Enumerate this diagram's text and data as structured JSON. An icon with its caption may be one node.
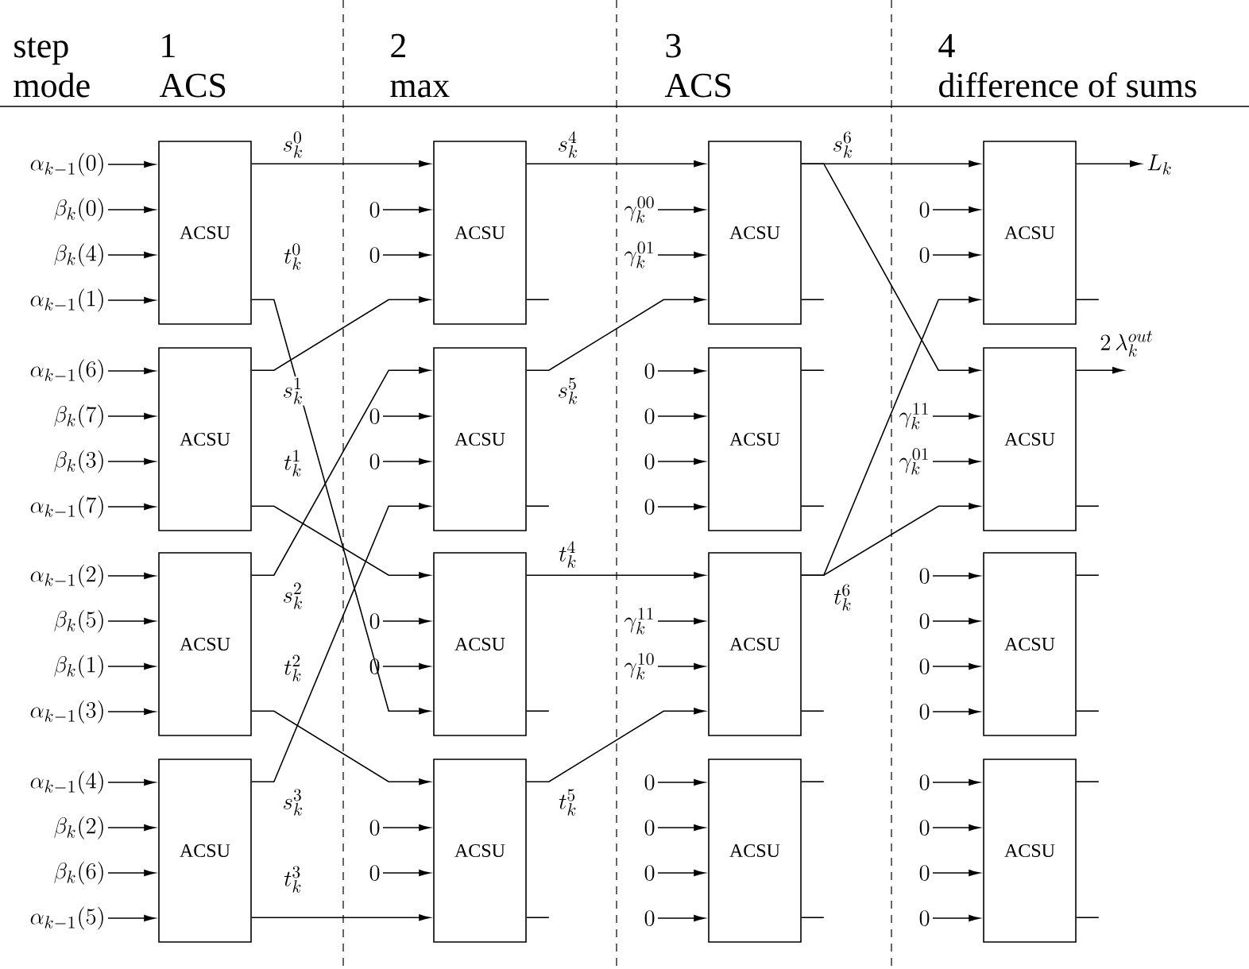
{
  "diagram": {
    "nodes": [
      {
        "text": [
          "ACSU"
        ]
      },
      {
        "text": [
          "ACSU"
        ]
      },
      {
        "text": [
          "ACSU"
        ]
      },
      {
        "text": [
          "ACSU"
        ]
      },
      {
        "text": [
          "ACSU"
        ]
      },
      {
        "text": [
          "ACSU"
        ]
      },
      {
        "text": [
          "ACSU"
        ]
      },
      {
        "text": [
          "ACSU"
        ]
      },
      {
        "text": [
          "ACSU"
        ]
      },
      {
        "text": [
          "ACSU"
        ]
      },
      {
        "text": [
          "ACSU"
        ]
      },
      {
        "text": [
          "ACSU"
        ]
      },
      {
        "text": [
          "ACSU"
        ]
      },
      {
        "text": [
          "ACSU"
        ]
      },
      {
        "text": [
          "ACSU"
        ]
      },
      {
        "text": [
          "ACSU"
        ]
      },
      {
        "text": [
          "\\alpha_{k-1}(0)"
        ]
      },
      {
        "text": [
          "\\beta_k(0)"
        ]
      },
      {
        "text": [
          "\\beta_k(4)"
        ]
      },
      {
        "text": [
          "\\alpha_{k-1}(1)"
        ]
      },
      {
        "text": [
          "\\alpha_{k-1}(6)"
        ]
      },
      {
        "text": [
          "\\beta_k(7)"
        ]
      },
      {
        "text": [
          "\\beta_k(3)"
        ]
      },
      {
        "text": [
          "\\alpha_{k-1}(7)"
        ]
      },
      {
        "text": [
          "\\alpha_{k-1}(2)"
        ]
      },
      {
        "text": [
          "\\beta_k(5)"
        ]
      },
      {
        "text": [
          "\\beta_k(1)"
        ]
      },
      {
        "text": [
          "\\alpha_{k-1}(3)"
        ]
      },
      {
        "text": [
          "\\alpha_{k-1}(4)"
        ]
      },
      {
        "text": [
          "\\beta_k(2)"
        ]
      },
      {
        "text": [
          "\\beta_k(6)"
        ]
      },
      {
        "text": [
          "\\alpha_{k-1}(5)"
        ]
      },
      {
        "text": [
          "0"
        ]
      },
      {
        "text": [
          "0"
        ]
      },
      {
        "text": [
          "0"
        ]
      },
      {
        "text": [
          "0"
        ]
      },
      {
        "text": [
          "0"
        ]
      },
      {
        "text": [
          "0"
        ]
      },
      {
        "text": [
          "0"
        ]
      },
      {
        "text": [
          "0"
        ]
      },
      {
        "text": [
          "\\gamma_k^{00}"
        ]
      },
      {
        "text": [
          "\\gamma_k^{01}"
        ]
      },
      {
        "text": [
          "0"
        ]
      },
      {
        "text": [
          "0"
        ]
      },
      {
        "text": [
          "0"
        ]
      },
      {
        "text": [
          "0"
        ]
      },
      {
        "text": [
          "\\gamma_k^{11}"
        ]
      },
      {
        "text": [
          "\\gamma_k^{10}"
        ]
      },
      {
        "text": [
          "0"
        ]
      },
      {
        "text": [
          "0"
        ]
      },
      {
        "text": [
          "0"
        ]
      },
      {
        "text": [
          "0"
        ]
      },
      {
        "text": [
          "0"
        ]
      },
      {
        "text": [
          "0"
        ]
      },
      {
        "text": [
          "\\gamma_k^{11}"
        ]
      },
      {
        "text": [
          "\\gamma_k^{01}"
        ]
      },
      {
        "text": [
          "0"
        ]
      },
      {
        "text": [
          "0"
        ]
      },
      {
        "text": [
          "0"
        ]
      },
      {
        "text": [
          "0"
        ]
      },
      {
        "text": [
          "0"
        ]
      },
      {
        "text": [
          "0"
        ]
      },
      {
        "text": [
          "0"
        ]
      },
      {
        "text": [
          "0"
        ]
      },
      {
        "text": [
          "L_k"
        ]
      },
      {
        "text": [
          "2\\,\\lambda_k^{out}"
        ]
      }
    ],
    "edges": [
      {
        "from": 16,
        "to": 0,
        "arrow": "to"
      },
      {
        "from": 17,
        "to": 0,
        "arrow": "to"
      },
      {
        "from": 18,
        "to": 0,
        "arrow": "to"
      },
      {
        "from": 19,
        "to": 0,
        "arrow": "to"
      },
      {
        "from": 20,
        "to": 1,
        "arrow": "to"
      },
      {
        "from": 21,
        "to": 1,
        "arrow": "to"
      },
      {
        "from": 22,
        "to": 1,
        "arrow": "to"
      },
      {
        "from": 23,
        "to": 1,
        "arrow": "to"
      },
      {
        "from": 24,
        "to": 2,
        "arrow": "to"
      },
      {
        "from": 25,
        "to": 2,
        "arrow": "to"
      },
      {
        "from": 26,
        "to": 2,
        "arrow": "to"
      },
      {
        "from": 27,
        "to": 2,
        "arrow": "to"
      },
      {
        "from": 28,
        "to": 3,
        "arrow": "to"
      },
      {
        "from": 29,
        "to": 3,
        "arrow": "to"
      },
      {
        "from": 30,
        "to": 3,
        "arrow": "to"
      },
      {
        "from": 31,
        "to": 3,
        "arrow": "to"
      },
      {
        "from": 32,
        "to": 4,
        "arrow": "to"
      },
      {
        "from": 33,
        "to": 4,
        "arrow": "to"
      },
      {
        "from": 34,
        "to": 5,
        "arrow": "to"
      },
      {
        "from": 35,
        "to": 5,
        "arrow": "to"
      },
      {
        "from": 36,
        "to": 6,
        "arrow": "to"
      },
      {
        "from": 37,
        "to": 6,
        "arrow": "to"
      },
      {
        "from": 38,
        "to": 7,
        "arrow": "to"
      },
      {
        "from": 39,
        "to": 7,
        "arrow": "to"
      },
      {
        "from": 40,
        "to": 8,
        "arrow": "to"
      },
      {
        "from": 41,
        "to": 8,
        "arrow": "to"
      },
      {
        "from": 42,
        "to": 9,
        "arrow": "to"
      },
      {
        "from": 43,
        "to": 9,
        "arrow": "to"
      },
      {
        "from": 44,
        "to": 9,
        "arrow": "to"
      },
      {
        "from": 45,
        "to": 9,
        "arrow": "to"
      },
      {
        "from": 46,
        "to": 10,
        "arrow": "to"
      },
      {
        "from": 47,
        "to": 10,
        "arrow": "to"
      },
      {
        "from": 48,
        "to": 11,
        "arrow": "to"
      },
      {
        "from": 49,
        "to": 11,
        "arrow": "to"
      },
      {
        "from": 50,
        "to": 11,
        "arrow": "to"
      },
      {
        "from": 51,
        "to": 11,
        "arrow": "to"
      },
      {
        "from": 52,
        "to": 12,
        "arrow": "to"
      },
      {
        "from": 53,
        "to": 12,
        "arrow": "to"
      },
      {
        "from": 54,
        "to": 13,
        "arrow": "to"
      },
      {
        "from": 55,
        "to": 13,
        "arrow": "to"
      },
      {
        "from": 56,
        "to": 14,
        "arrow": "to"
      },
      {
        "from": 57,
        "to": 14,
        "arrow": "to"
      },
      {
        "from": 58,
        "to": 14,
        "arrow": "to"
      },
      {
        "from": 59,
        "to": 14,
        "arrow": "to"
      },
      {
        "from": 60,
        "to": 15,
        "arrow": "to"
      },
      {
        "from": 61,
        "to": 15,
        "arrow": "to"
      },
      {
        "from": 62,
        "to": 15,
        "arrow": "to"
      },
      {
        "from": 63,
        "to": 15,
        "arrow": "to"
      },
      {
        "from": 0,
        "to": 4,
        "arrow": "to",
        "label": "s_k^0"
      },
      {
        "from": 0,
        "to": 6,
        "arrow": "to",
        "label": "t_k^0"
      },
      {
        "from": 1,
        "to": 4,
        "arrow": "to",
        "label": "s_k^1"
      },
      {
        "from": 1,
        "to": 6,
        "arrow": "to",
        "label": "t_k^1"
      },
      {
        "from": 2,
        "to": 5,
        "arrow": "to",
        "label": "s_k^2"
      },
      {
        "from": 2,
        "to": 7,
        "arrow": "to",
        "label": "t_k^2"
      },
      {
        "from": 3,
        "to": 5,
        "arrow": "to",
        "label": "s_k^3"
      },
      {
        "from": 3,
        "to": 7,
        "arrow": "to",
        "label": "t_k^3"
      },
      {
        "from": 4,
        "to": 8,
        "arrow": "to",
        "label": "s_k^4"
      },
      {
        "from": 5,
        "to": 8,
        "arrow": "to",
        "label": "s_k^5"
      },
      {
        "from": 6,
        "to": 10,
        "arrow": "to",
        "label": "t_k^4"
      },
      {
        "from": 7,
        "to": 10,
        "arrow": "to",
        "label": "t_k^5"
      },
      {
        "from": 8,
        "to": 12,
        "arrow": "to",
        "label": "s_k^6"
      },
      {
        "from": 8,
        "to": 13,
        "arrow": "to"
      },
      {
        "from": 10,
        "to": 12,
        "arrow": "to",
        "label": "t_k^6"
      },
      {
        "from": 10,
        "to": 13,
        "arrow": "to"
      },
      {
        "from": 12,
        "to": 64,
        "arrow": "to"
      },
      {
        "from": 13,
        "to": 65,
        "arrow": "to"
      }
    ],
    "labels": [
      "step",
      "1",
      "2",
      "3",
      "4",
      "mode",
      "ACS",
      "max",
      "ACS",
      "difference of sums"
    ]
  }
}
